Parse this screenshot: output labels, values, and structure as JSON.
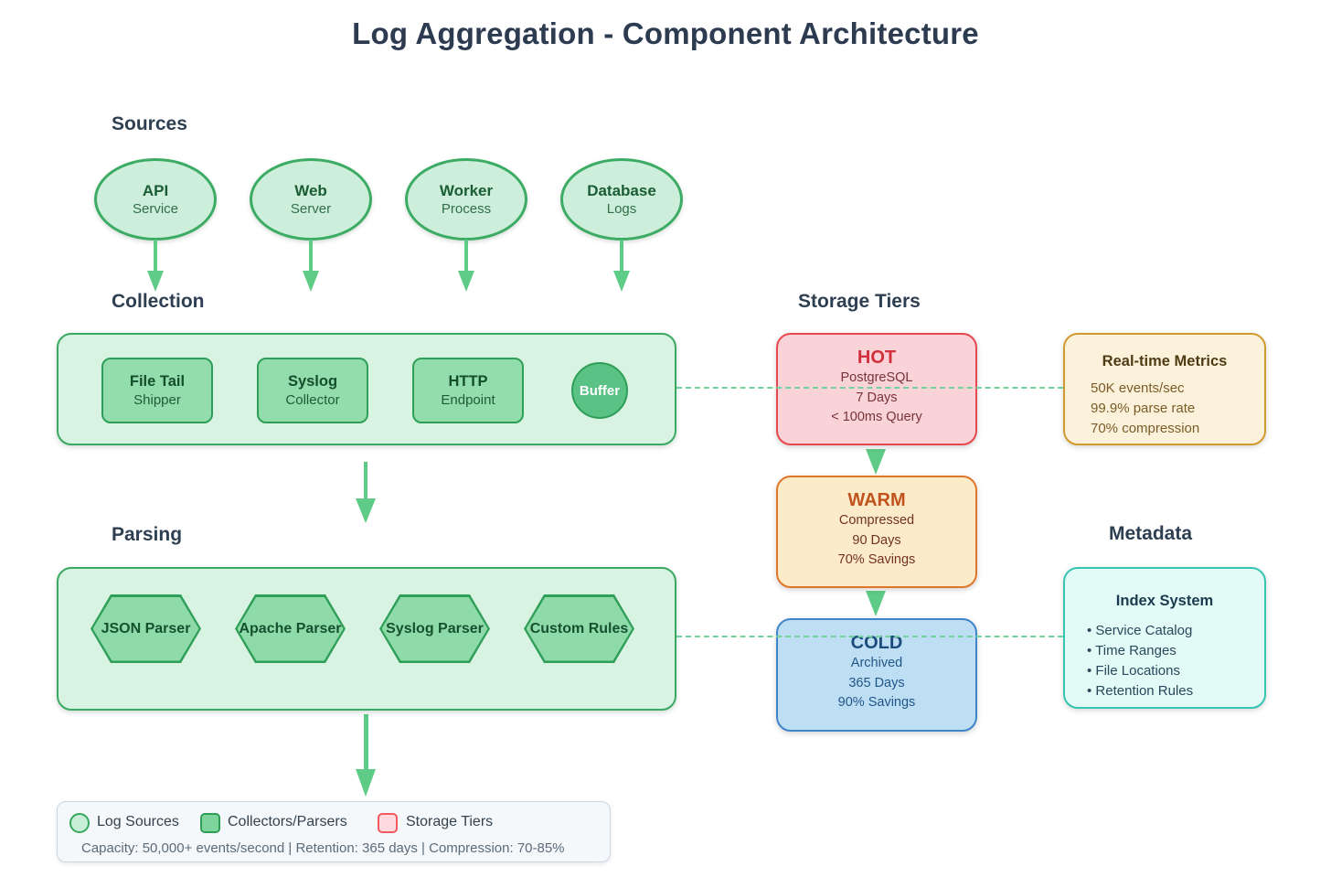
{
  "title": "Log Aggregation - Component Architecture",
  "sources": {
    "label": "Sources",
    "nodes": [
      {
        "title": "API",
        "subtitle": "Service"
      },
      {
        "title": "Web",
        "subtitle": "Server"
      },
      {
        "title": "Worker",
        "subtitle": "Process"
      },
      {
        "title": "Database",
        "subtitle": "Logs"
      }
    ]
  },
  "collection": {
    "label": "Collection",
    "boxes": [
      {
        "title": "File Tail",
        "subtitle": "Shipper"
      },
      {
        "title": "Syslog",
        "subtitle": "Collector"
      },
      {
        "title": "HTTP",
        "subtitle": "Endpoint"
      }
    ],
    "buffer_label": "Buffer"
  },
  "parsing": {
    "label": "Parsing",
    "hexes": [
      "JSON Parser",
      "Apache Parser",
      "Syslog Parser",
      "Custom Rules"
    ]
  },
  "storage": {
    "label": "Storage Tiers",
    "tiers": [
      {
        "name": "HOT",
        "lines": [
          "PostgreSQL",
          "7 Days",
          "< 100ms Query"
        ]
      },
      {
        "name": "WARM",
        "lines": [
          "Compressed",
          "90 Days",
          "70% Savings"
        ]
      },
      {
        "name": "COLD",
        "lines": [
          "Archived",
          "365 Days",
          "90% Savings"
        ]
      }
    ]
  },
  "metrics": {
    "title": "Real-time Metrics",
    "lines": [
      "50K events/sec",
      "99.9% parse rate",
      "70% compression"
    ]
  },
  "metadata": {
    "label": "Metadata",
    "box_title": "Index System",
    "items": [
      "Service Catalog",
      "Time Ranges",
      "File Locations",
      "Retention Rules"
    ]
  },
  "legend": {
    "items": [
      {
        "label": "Log Sources"
      },
      {
        "label": "Collectors/Parsers"
      },
      {
        "label": "Storage Tiers"
      }
    ],
    "stats": "Capacity: 50,000+ events/second | Retention: 365 days | Compression: 70-85%"
  },
  "colors": {
    "source_fill": "#cdeeda",
    "green_border": "#3cab63",
    "container_fill": "#d8f3e1",
    "collector_fill": "#93dcac",
    "arrow_green": "#5ecb87",
    "hot_border": "#e5494f",
    "hot_fill": "#f9d3d7",
    "warm_border": "#e0762a",
    "warm_fill": "#fcebc9",
    "cold_border": "#3f86c8",
    "cold_fill": "#bedef4",
    "metrics_border": "#cf9a2f",
    "metrics_fill": "#fcf2dc",
    "index_border": "#37c4b3",
    "index_fill": "#e2fbf6",
    "heading_color": "#2e3f52"
  }
}
